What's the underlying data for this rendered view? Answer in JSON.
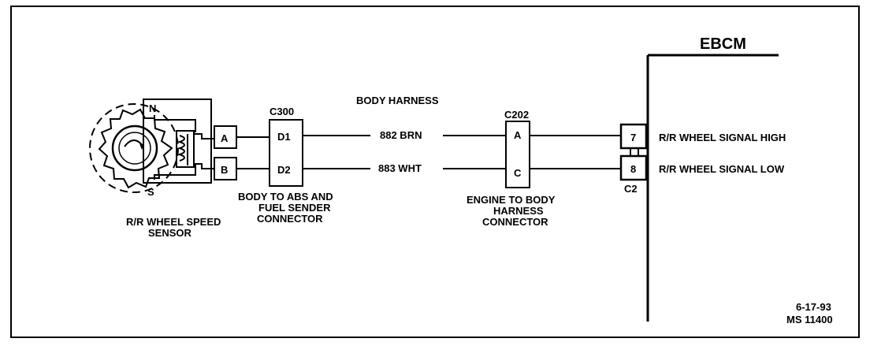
{
  "diagram": {
    "ebcm_label": "EBCM",
    "harness_label": "BODY HARNESS",
    "sensor": {
      "north": "N",
      "south": "S",
      "label_line1": "R/R WHEEL SPEED",
      "label_line2": "SENSOR",
      "pin_a": "A",
      "pin_b": "B"
    },
    "c300": {
      "id": "C300",
      "pin_1": "D1",
      "pin_2": "D2",
      "label_line1": "BODY TO ABS AND",
      "label_line2": "FUEL SENDER",
      "label_line3": "CONNECTOR"
    },
    "wires": {
      "top": "882 BRN",
      "bottom": "883 WHT"
    },
    "c202": {
      "id": "C202",
      "pin_1": "A",
      "pin_2": "C",
      "label_line1": "ENGINE TO BODY",
      "label_line2": "HARNESS",
      "label_line3": "CONNECTOR"
    },
    "c2": {
      "id": "C2",
      "pin_7": "7",
      "pin_8": "8",
      "signal_high": "R/R WHEEL SIGNAL HIGH",
      "signal_low": "R/R WHEEL SIGNAL LOW"
    },
    "date": "6-17-93",
    "ms_number": "MS 11400"
  }
}
